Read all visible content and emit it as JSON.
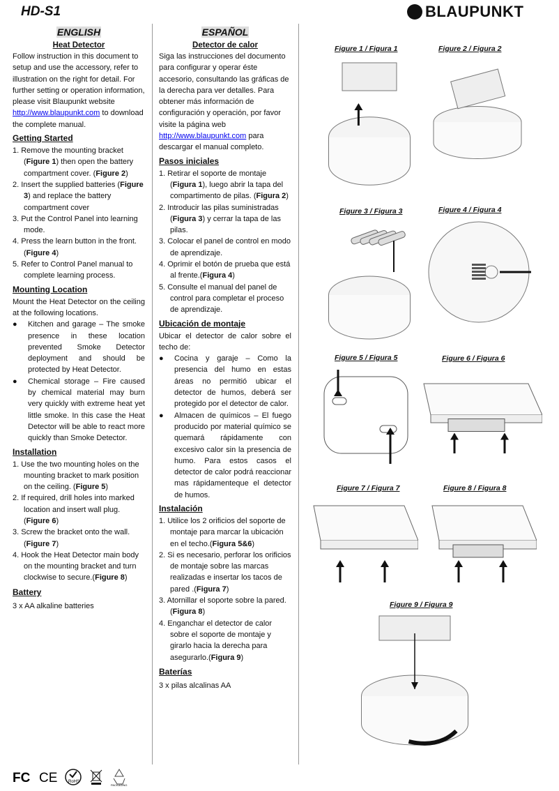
{
  "header": {
    "model": "HD-S1",
    "brand": "BLAUPUNKT"
  },
  "english": {
    "lang": "ENGLISH",
    "title": "Heat Detector",
    "intro_pre": "Follow instruction in this document to setup and use the accessory, refer to illustration on the right for detail. For further setting or operation information, please visit Blaupunkt website ",
    "link": "http://www.blaupunkt.com",
    "intro_post": " to download the complete manual.",
    "getting_started": "Getting Started",
    "steps": [
      [
        {
          "t": "1.  Remove the mounting bracket ("
        },
        {
          "t": "Figure 1",
          "b": true
        },
        {
          "t": ") then open the battery compartment cover. ("
        },
        {
          "t": "Figure 2",
          "b": true
        },
        {
          "t": ")"
        }
      ],
      [
        {
          "t": "2.  Insert the supplied batteries ("
        },
        {
          "t": "Figure 3",
          "b": true
        },
        {
          "t": ") and replace the battery compartment cover"
        }
      ],
      [
        {
          "t": "3.  Put the Control Panel into learning mode."
        }
      ],
      [
        {
          "t": "4.  Press the learn button in the front. ("
        },
        {
          "t": "Figure 4",
          "b": true
        },
        {
          "t": ")"
        }
      ],
      [
        {
          "t": "5.  Refer to Control Panel manual to complete learning process."
        }
      ]
    ],
    "mounting": "Mounting Location",
    "mounting_text": "Mount the Heat Detector on the ceiling at the following locations.",
    "bullets": [
      "Kitchen and garage – The smoke presence in these location prevented Smoke Detector deployment and should be protected by Heat Detector.",
      "Chemical storage – Fire caused by chemical material may burn very quickly with extreme heat yet little smoke. In this case the Heat Detector will be able to react more quickly than Smoke Detector."
    ],
    "installation": "Installation",
    "install_steps": [
      [
        {
          "t": "1.  Use the two mounting holes on the mounting bracket to mark position on the ceiling. ("
        },
        {
          "t": "Figure 5",
          "b": true
        },
        {
          "t": ")"
        }
      ],
      [
        {
          "t": "2.  If required, drill holes into marked location and insert wall plug. ("
        },
        {
          "t": "Figure 6",
          "b": true
        },
        {
          "t": ")"
        }
      ],
      [
        {
          "t": "3.  Screw the bracket onto the wall. ("
        },
        {
          "t": "Figure 7",
          "b": true
        },
        {
          "t": ")"
        }
      ],
      [
        {
          "t": "4.  Hook the Heat Detector main body on the mounting bracket    and turn clockwise to secure.("
        },
        {
          "t": "Figure 8",
          "b": true
        },
        {
          "t": ")"
        }
      ]
    ],
    "battery": "Battery",
    "battery_text": "3 x AA alkaline batteries"
  },
  "spanish": {
    "lang": "ESPAÑOL",
    "title": "Detector de calor",
    "intro_pre": "Siga las instrucciones del documento para configurar y operar éste accesorio, consultando las gráficas de la derecha para ver detalles. Para obtener más información de configuración y operación, por favor visite la página web ",
    "link": "http://www.blaupunkt.com",
    "intro_post": " para descargar el manual completo.",
    "getting_started": "Pasos iniciales",
    "steps": [
      [
        {
          "t": "1.  Retirar el soporte de montaje ("
        },
        {
          "t": "Figura 1",
          "b": true
        },
        {
          "t": "), luego abrir la tapa del compartimento de pilas. ("
        },
        {
          "t": "Figura 2",
          "b": true
        },
        {
          "t": ")"
        }
      ],
      [
        {
          "t": "2.  Introducir las pilas suministradas ("
        },
        {
          "t": "Figura 3",
          "b": true
        },
        {
          "t": ") y cerrar la tapa de las pilas."
        }
      ],
      [
        {
          "t": "3.  Colocar el panel de control en modo de aprendizaje."
        }
      ],
      [
        {
          "t": "4.  Oprimir el botón de prueba que está al frente.("
        },
        {
          "t": "Figura 4",
          "b": true
        },
        {
          "t": ")"
        }
      ],
      [
        {
          "t": "5.  Consulte el manual del panel de control para completar el proceso de aprendizaje."
        }
      ]
    ],
    "mounting": "Ubicación de montaje",
    "mounting_text": "Ubicar el detector de calor sobre el techo de:",
    "bullets": [
      "Cocina y garaje – Como la presencia del humo en estas áreas no permitió ubicar el detector de humos, deberá ser protegido por el detector de calor.",
      "Almacen de químicos – El fuego producido por material químico se quemará rápidamente con excesivo calor sin la presencia de humo. Para estos casos el detector de calor podrá reaccionar mas rápidamenteque el detector de humos."
    ],
    "installation": "Instalación",
    "install_steps": [
      [
        {
          "t": "1.  Utilice los 2 orificios del soporte de montaje para marcar la ubicación en el techo.("
        },
        {
          "t": "Figura 5&6",
          "b": true
        },
        {
          "t": ")"
        }
      ],
      [
        {
          "t": "2.  Si es necesario, perforar los orificios de montaje sobre las marcas realizadas e insertar los tacos de pared .("
        },
        {
          "t": "Figura 7",
          "b": true
        },
        {
          "t": ")"
        }
      ],
      [
        {
          "t": "3.  Atornillar el soporte sobre la pared. ("
        },
        {
          "t": "Figura 8",
          "b": true
        },
        {
          "t": ")"
        }
      ],
      [
        {
          "t": "4.  Enganchar el detector de calor sobre el soporte de montaje y girarlo hacia la derecha para asegurarlo.("
        },
        {
          "t": "Figura 9",
          "b": true
        },
        {
          "t": ")"
        }
      ]
    ],
    "battery": "Baterías",
    "battery_text": "3 x pilas alcalinas AA"
  },
  "figures": [
    "Figure 1 / Figura 1",
    "Figure 2 / Figura 2",
    "Figure 3 / Figura 3",
    "Figure 4 / Figura 4",
    "Figure 5 / Figura 5",
    "Figure 6 / Figura 6",
    "Figure 7 / Figura 7",
    "Figure 8 / Figura 8",
    "Figure 9 / Figura 9"
  ],
  "footer": {
    "icons": [
      "fcc-icon",
      "ce-icon",
      "rohs-icon",
      "weee-bin-icon",
      "recycle-packaging-icon"
    ],
    "rohs": "RoHS",
    "packaging": "PACKAGING"
  }
}
